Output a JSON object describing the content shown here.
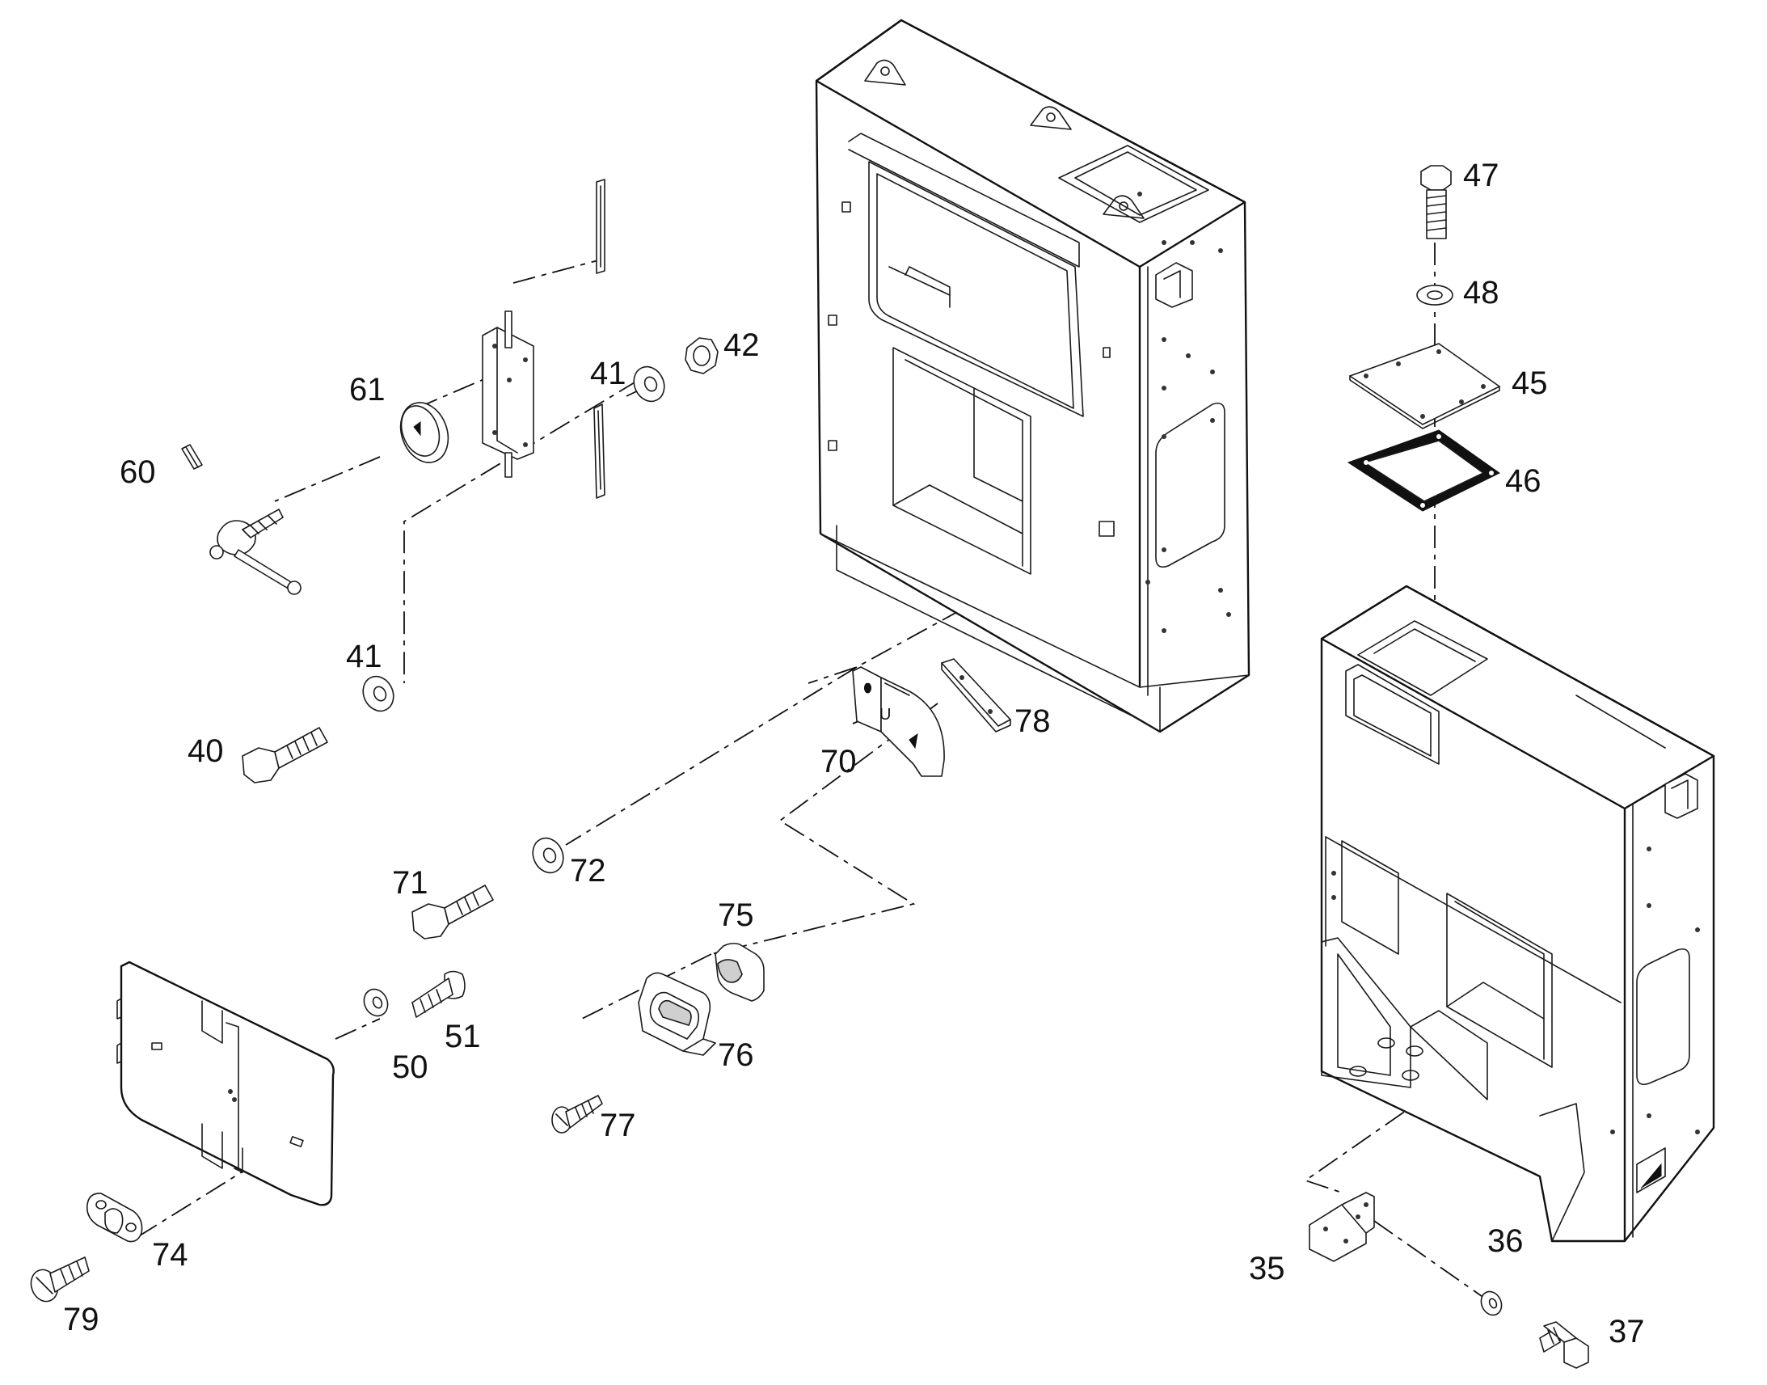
{
  "diagram": {
    "labels": {
      "p35": "35",
      "p36": "36",
      "p37": "37",
      "p40": "40",
      "p41a": "41",
      "p41b": "41",
      "p42": "42",
      "p45": "45",
      "p46": "46",
      "p47": "47",
      "p48": "48",
      "p50": "50",
      "p51": "51",
      "p60": "60",
      "p61": "61",
      "p70": "70",
      "p71": "71",
      "p72": "72",
      "p74": "74",
      "p75": "75",
      "p76": "76",
      "p77": "77",
      "p78": "78",
      "p79": "79"
    }
  }
}
